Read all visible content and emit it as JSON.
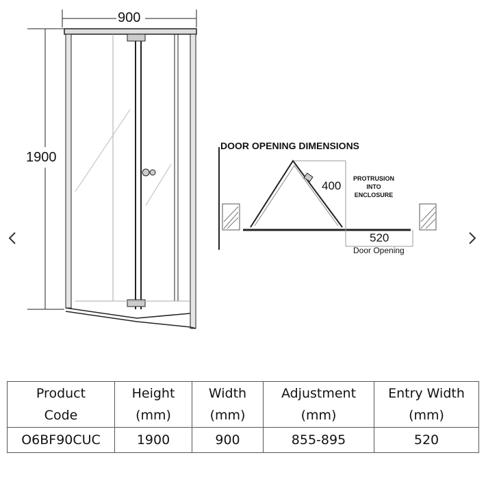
{
  "front_view": {
    "width_label": "900",
    "height_label": "1900"
  },
  "plan_view": {
    "title": "DOOR OPENING DIMENSIONS",
    "protrusion_value": "400",
    "protrusion_label": [
      "PROTRUSION",
      "INTO",
      "ENCLOSURE"
    ],
    "opening_value": "520",
    "opening_label": "Door Opening"
  },
  "table": {
    "headers": [
      [
        "Product",
        "Code"
      ],
      [
        "Height",
        "(mm)"
      ],
      [
        "Width",
        "(mm)"
      ],
      [
        "Adjustment",
        "(mm)"
      ],
      [
        "Entry Width",
        "(mm)"
      ]
    ],
    "rows": [
      [
        "O6BF90CUC",
        "1900",
        "900",
        "855-895",
        "520"
      ]
    ]
  },
  "nav": {
    "prev_icon": "chevron-left-icon",
    "next_icon": "chevron-right-icon"
  }
}
